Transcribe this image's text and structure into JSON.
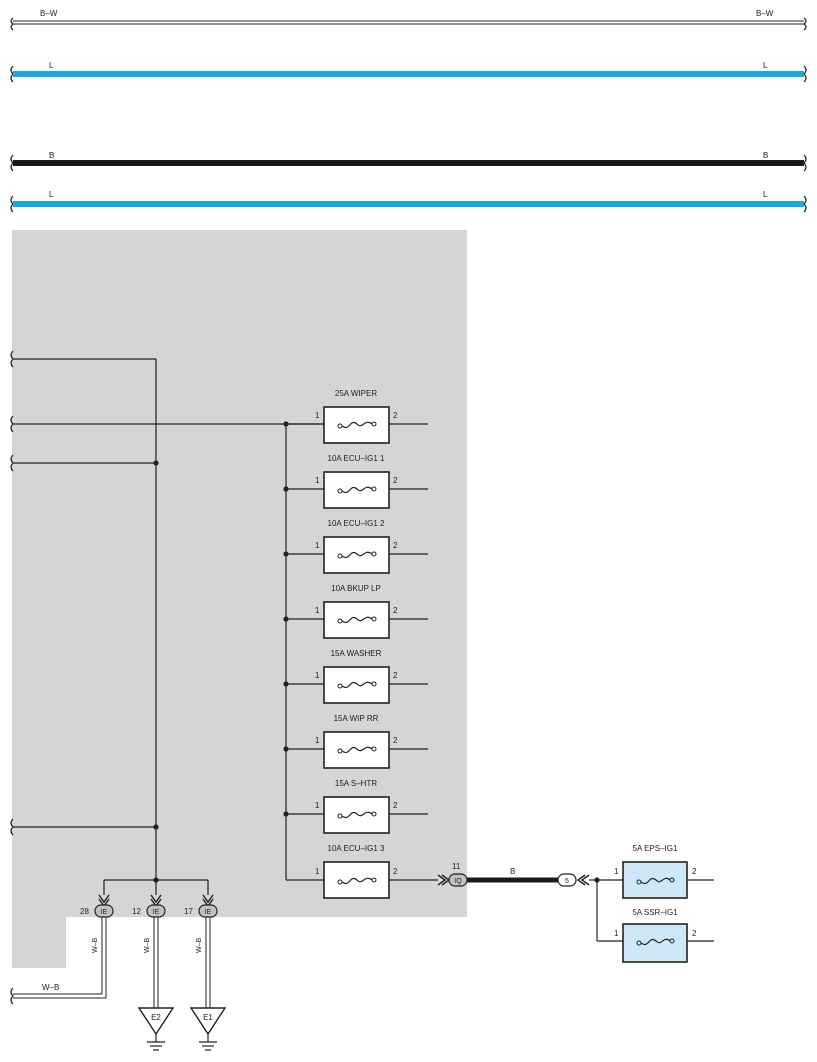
{
  "colors": {
    "panel": "#d4d5d7",
    "wire_blue": "#1aa7e6",
    "wire_black": "#1a1a1a",
    "fuse_light": "#cfe8f7"
  },
  "wires": {
    "bw": {
      "left": "B–W",
      "right": "B–W"
    },
    "l1": {
      "left": "L",
      "right": "L"
    },
    "b": {
      "left": "B",
      "right": "B"
    },
    "l2": {
      "left": "L",
      "right": "L"
    }
  },
  "fuses": [
    {
      "label": "25A WIPER",
      "pin_in": "1",
      "pin_out": "2"
    },
    {
      "label": "10A ECU–IG1 1",
      "pin_in": "1",
      "pin_out": "2"
    },
    {
      "label": "10A ECU–IG1 2",
      "pin_in": "1",
      "pin_out": "2"
    },
    {
      "label": "10A BKUP LP",
      "pin_in": "1",
      "pin_out": "2"
    },
    {
      "label": "15A WASHER",
      "pin_in": "1",
      "pin_out": "2"
    },
    {
      "label": "15A WIP RR",
      "pin_in": "1",
      "pin_out": "2"
    },
    {
      "label": "15A S–HTR",
      "pin_in": "1",
      "pin_out": "2"
    },
    {
      "label": "10A ECU–IG1 3",
      "pin_in": "1",
      "pin_out": "2"
    }
  ],
  "ext_fuses": [
    {
      "label": "5A EPS–IG1",
      "pin_in": "1",
      "pin_out": "2"
    },
    {
      "label": "5A SSR–IG1",
      "pin_in": "1",
      "pin_out": "2"
    }
  ],
  "connectors": {
    "iq": {
      "code": "IQ",
      "pin": "11"
    },
    "splice": {
      "code": "5"
    },
    "ie": [
      {
        "code": "IE",
        "pin": "28"
      },
      {
        "code": "IE",
        "pin": "12"
      },
      {
        "code": "IE",
        "pin": "17"
      }
    ]
  },
  "wire_labels": {
    "iq_out": "B",
    "ie_wb": "W–B",
    "bottom_wb": "W–B"
  },
  "grounds": [
    "E2",
    "E1"
  ]
}
